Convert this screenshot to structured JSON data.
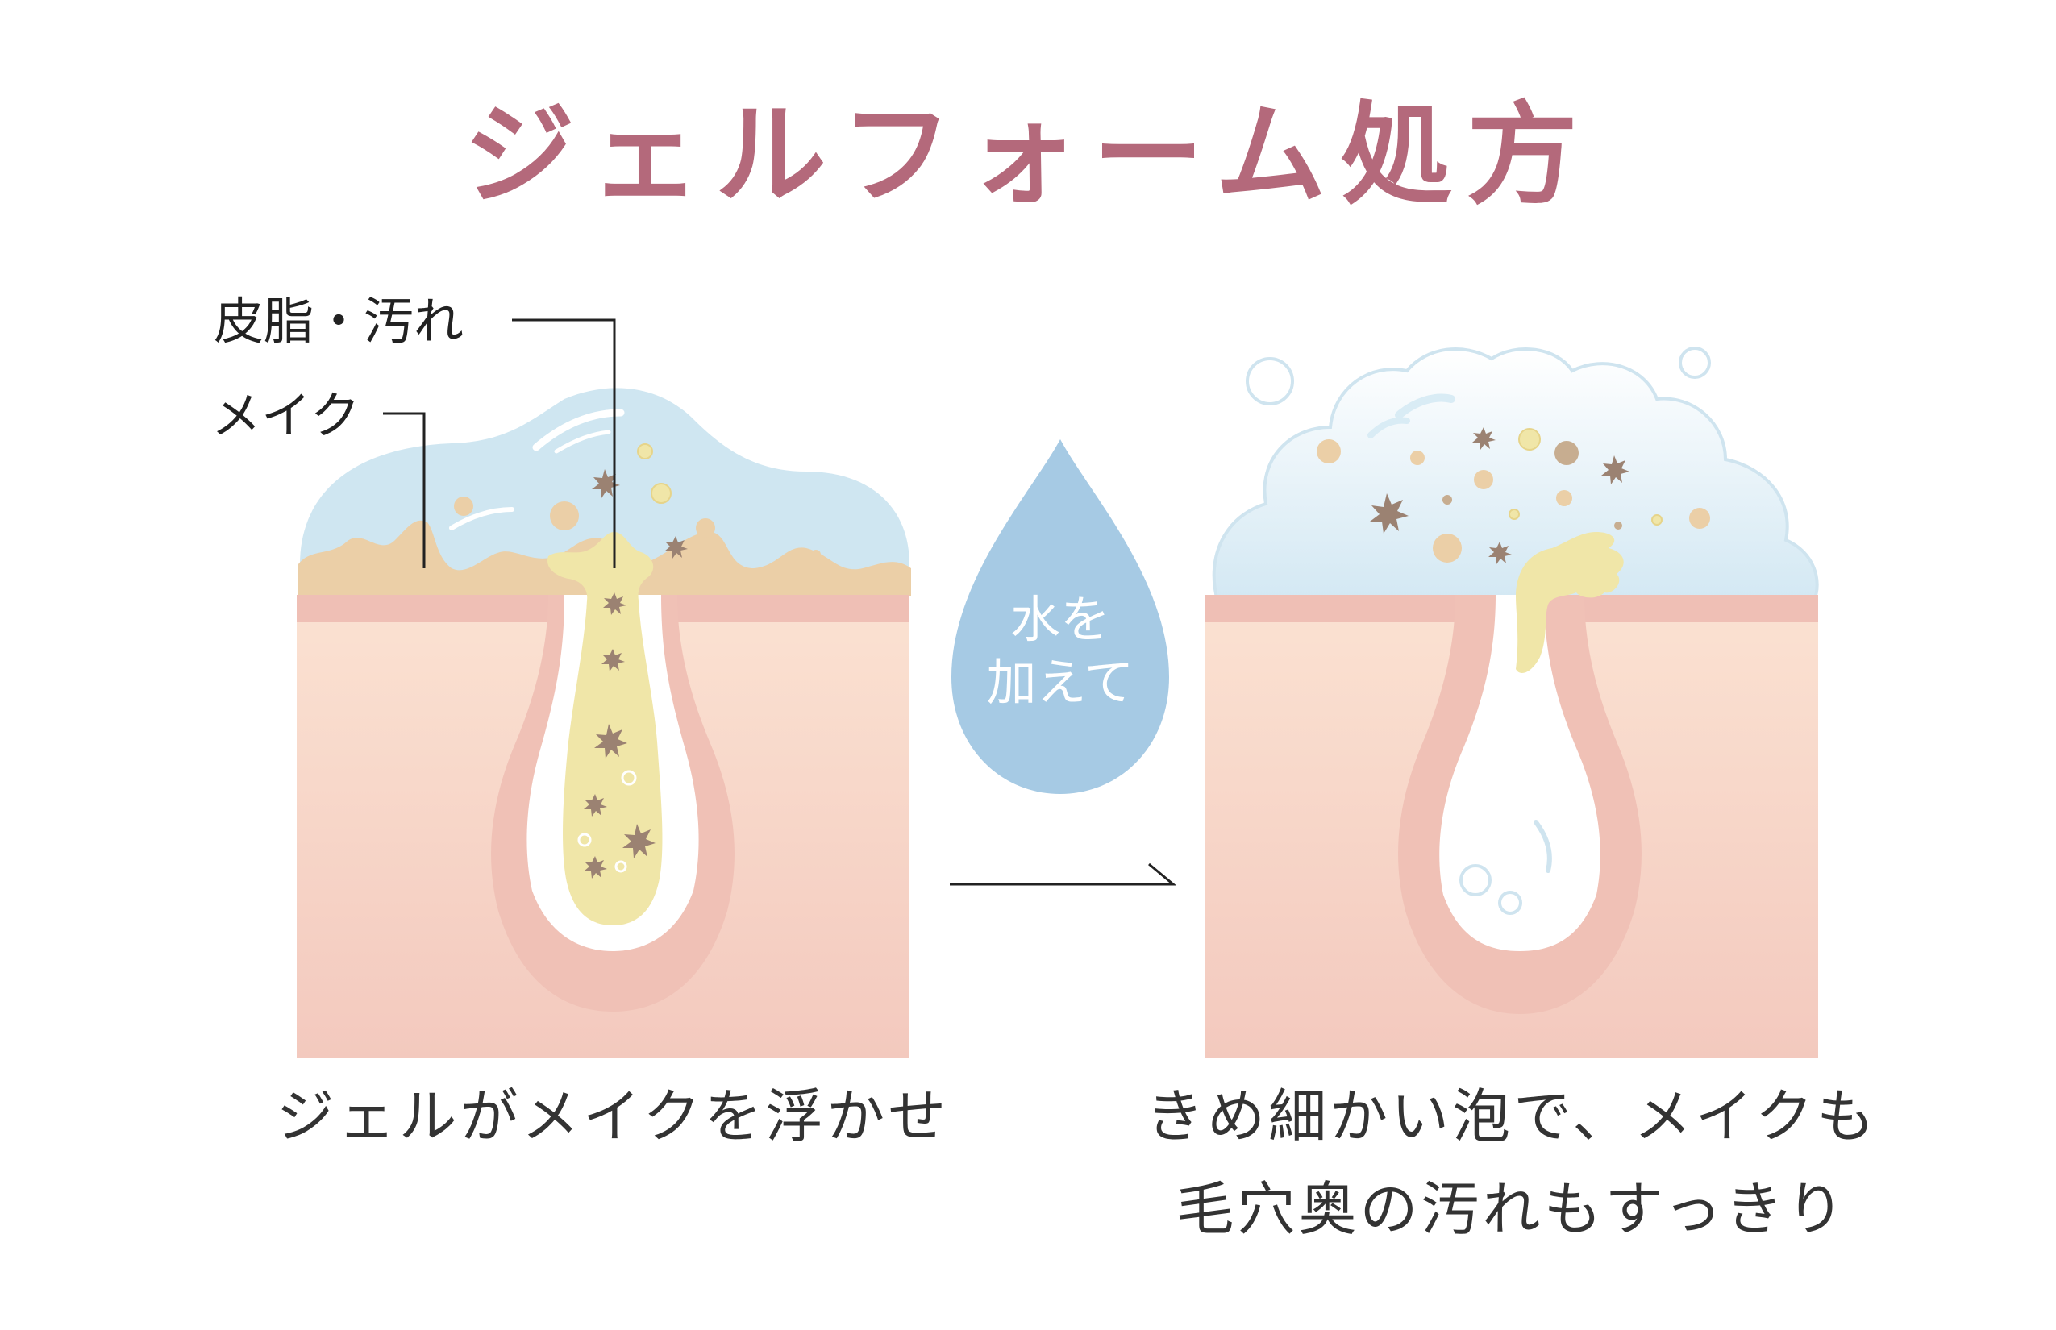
{
  "title": "ジェルフォーム処方",
  "labels": {
    "sebum_dirt": "皮脂・汚れ",
    "makeup": "メイク"
  },
  "drop": {
    "line1": "水を",
    "line2": "加えて"
  },
  "captions": {
    "left": "ジェルがメイクを浮かせ",
    "right_line1": "きめ細かい泡で、メイクも",
    "right_line2": "毛穴奥の汚れもすっきり"
  },
  "colors": {
    "title": "#b4697b",
    "text": "#333333",
    "skin_top": "#fbe1d0",
    "skin_bottom": "#f3cabf",
    "skin_band": "#efc0b6",
    "pore_wall": "#efc0b4",
    "makeup": "#ebcfa7",
    "gel": "#cfe6f1",
    "sebum": "#f0e6a8",
    "drop": "#a6cae4",
    "particle": "#9b8272"
  }
}
